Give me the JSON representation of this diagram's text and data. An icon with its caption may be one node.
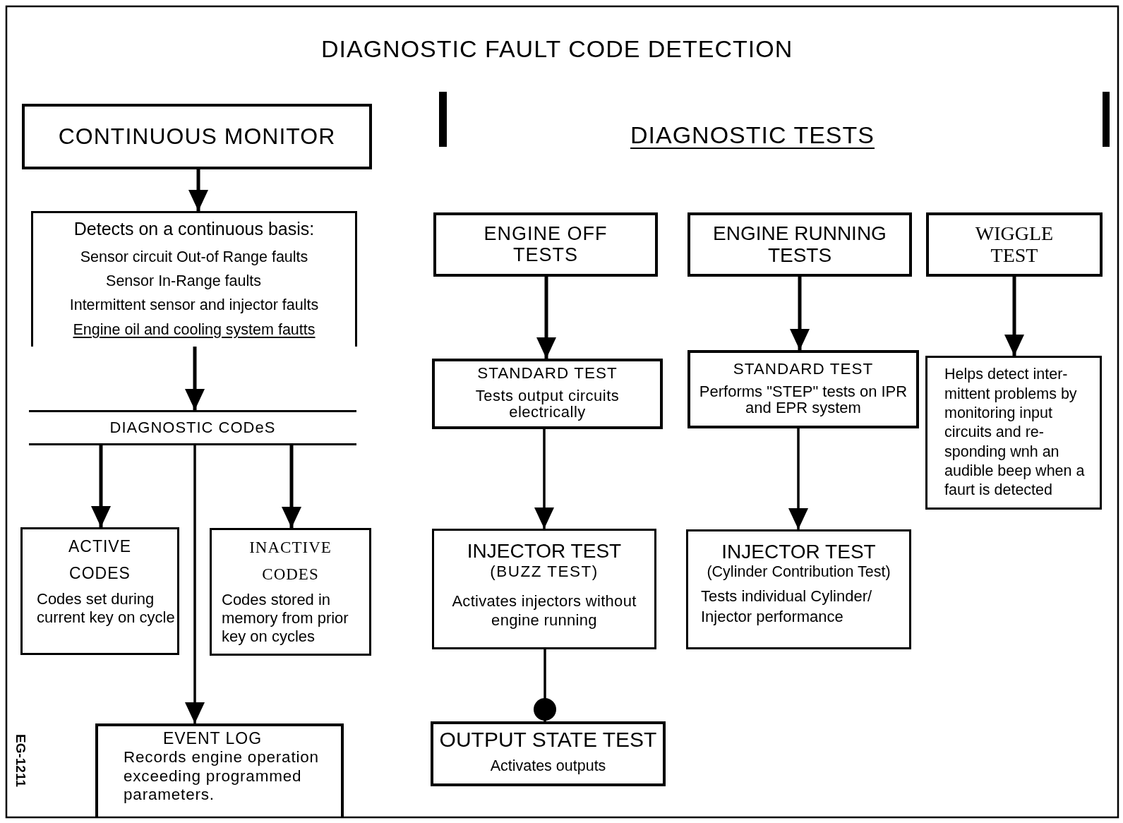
{
  "diagram": {
    "title": "DIAGNOSTIC FAULT CODE DETECTION",
    "nodes": [
      {
        "text": [
          "CONTINUOUS MONITOR"
        ]
      },
      {
        "text": [
          "Detects on a continuous basis:",
          "Sensor circuit Out-of Range faults",
          "Sensor In-Range faults",
          "Intermittent sensor and injector faults",
          "Engine oil and cooling system fautts"
        ]
      },
      {
        "text": [
          "DIAGNOSTIC CODeS"
        ]
      },
      {
        "text": [
          "ACTIVE CODES",
          "Codes set during current key on cycle"
        ]
      },
      {
        "text": [
          "INACTIVE CODES",
          "Codes stored in memory from prior key on cycles"
        ]
      },
      {
        "text": [
          "EVENT LOG",
          "Records engine operation exceeding programmed parameters."
        ]
      },
      {
        "text": [
          "ENGINE OFF TESTS"
        ]
      },
      {
        "text": [
          "ENGINE RUNNING TESTS"
        ]
      },
      {
        "text": [
          "WIGGLE TEST"
        ]
      },
      {
        "text": [
          "STANDARD TEST",
          "Tests output circuits electrically"
        ]
      },
      {
        "text": [
          "STANDARD TEST",
          "Performs \"STEP\" tests on IPR and EPR system"
        ]
      },
      {
        "text": [
          "Helps detect inter- mittent problems by monitoring input circuits and re- sponding wnh an audible beep when a faurt is detected"
        ]
      },
      {
        "text": [
          "INJECTOR TEST",
          "(BUZZ TEST)",
          "Activates injectors without engine running"
        ]
      },
      {
        "text": [
          "INJECTOR TEST",
          "(Cylinder Contribution Test)",
          "Tests individual Cylinder/ Injector performance"
        ]
      },
      {
        "text": [
          "OUTPUT STATE TEST",
          "Activates outputs"
        ]
      }
    ],
    "edges": [
      {
        "from": 0,
        "to": 1,
        "arrow": "to"
      },
      {
        "from": 1,
        "to": 2,
        "arrow": "to"
      },
      {
        "from": 2,
        "to": 3,
        "arrow": "to"
      },
      {
        "from": 2,
        "to": 5,
        "arrow": "to"
      },
      {
        "from": 2,
        "to": 4,
        "arrow": "to"
      },
      {
        "from": 6,
        "to": 9,
        "arrow": "to"
      },
      {
        "from": 7,
        "to": 10,
        "arrow": "to"
      },
      {
        "from": 8,
        "to": 11,
        "arrow": "to"
      },
      {
        "from": 9,
        "to": 12,
        "arrow": "to"
      },
      {
        "from": 10,
        "to": 13,
        "arrow": "to"
      },
      {
        "from": 12,
        "to": 14,
        "arrow": "other"
      }
    ],
    "labels": [
      "DIAGNOSTIC TESTS",
      "EG-1211"
    ]
  }
}
